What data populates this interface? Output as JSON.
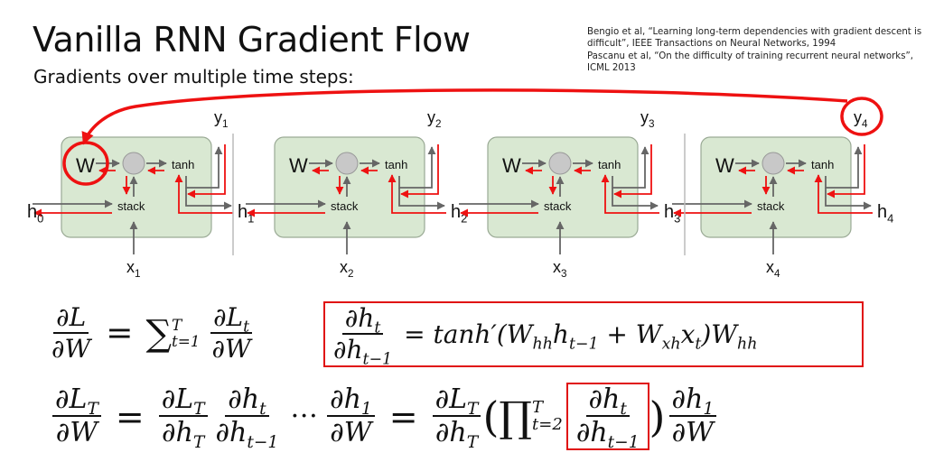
{
  "slide": {
    "title": "Vanilla RNN Gradient Flow",
    "subtitle": "Gradients over multiple time steps:",
    "references": [
      "Bengio et al, “Learning long-term dependencies with gradient descent is",
      "difficult”, IEEE Transactions on Neural Networks, 1994",
      "Pascanu et al, “On the difficulty of training recurrent neural networks”,",
      "ICML 2013"
    ]
  },
  "diagram": {
    "colors": {
      "cell_fill": "#d9e8d2",
      "cell_stroke": "#9aaa95",
      "forward_arrow": "#666666",
      "gradient_arrow": "#ee1111",
      "node_fill": "#c8c8c8",
      "separator": "#bbbbbb"
    },
    "cells": [
      {
        "weight_label": "W",
        "op_label": "tanh",
        "stack_label": "stack",
        "h_in": "h",
        "h_in_sub": "0",
        "h_out": "h",
        "h_out_sub": "1",
        "x": "x",
        "x_sub": "1",
        "y": "y",
        "y_sub": "1"
      },
      {
        "weight_label": "W",
        "op_label": "tanh",
        "stack_label": "stack",
        "h_in": "h",
        "h_in_sub": "1",
        "h_out": "h",
        "h_out_sub": "2",
        "x": "x",
        "x_sub": "2",
        "y": "y",
        "y_sub": "2"
      },
      {
        "weight_label": "W",
        "op_label": "tanh",
        "stack_label": "stack",
        "h_in": "h",
        "h_in_sub": "2",
        "h_out": "h",
        "h_out_sub": "3",
        "x": "x",
        "x_sub": "3",
        "y": "y",
        "y_sub": "3"
      },
      {
        "weight_label": "W",
        "op_label": "tanh",
        "stack_label": "stack",
        "h_in": "h",
        "h_in_sub": "3",
        "h_out": "h",
        "h_out_sub": "4",
        "x": "x",
        "x_sub": "4",
        "y": "y",
        "y_sub": "4"
      }
    ],
    "highlight": {
      "from": "y4",
      "to": "W (cell 1)",
      "note": "long red arrow from circled y4 back to circled W"
    }
  },
  "equations": {
    "eq1": {
      "lhs_num": "∂L",
      "lhs_den": "∂W",
      "eq": "=",
      "sum": "∑",
      "sum_upper": "T",
      "sum_lower": "t=1",
      "term_num": "∂L",
      "term_num_sub": "t",
      "term_den": "∂W"
    },
    "eq2_boxed": {
      "lhs_num": "∂h",
      "lhs_num_sub": "t",
      "lhs_den": "∂h",
      "lhs_den_sub": "t−1",
      "rhs": [
        "= tanh′(W",
        "hh",
        "h",
        "t−1",
        " + W",
        "xh",
        "x",
        "t",
        ")W",
        "hh"
      ]
    },
    "eq3": {
      "lhs_num": "∂L",
      "lhs_num_sub": "T",
      "lhs_den": "∂W",
      "f1_num": "∂L",
      "f1_num_sub": "T",
      "f1_den": "∂h",
      "f1_den_sub": "T",
      "f2_num": "∂h",
      "f2_num_sub": "t",
      "f2_den": "∂h",
      "f2_den_sub": "t−1",
      "dots": "⋅⋅⋅",
      "f3_num": "∂h",
      "f3_num_sub": "1",
      "f3_den": "∂W",
      "eq": "=",
      "g1_num": "∂L",
      "g1_num_sub": "T",
      "g1_den": "∂h",
      "g1_den_sub": "T",
      "prod": "∏",
      "prod_upper": "T",
      "prod_lower": "t=2",
      "open_paren": "(",
      "close_paren": ")",
      "boxed_num": "∂h",
      "boxed_num_sub": "t",
      "boxed_den": "∂h",
      "boxed_den_sub": "t−1",
      "g3_num": "∂h",
      "g3_num_sub": "1",
      "g3_den": "∂W"
    }
  }
}
